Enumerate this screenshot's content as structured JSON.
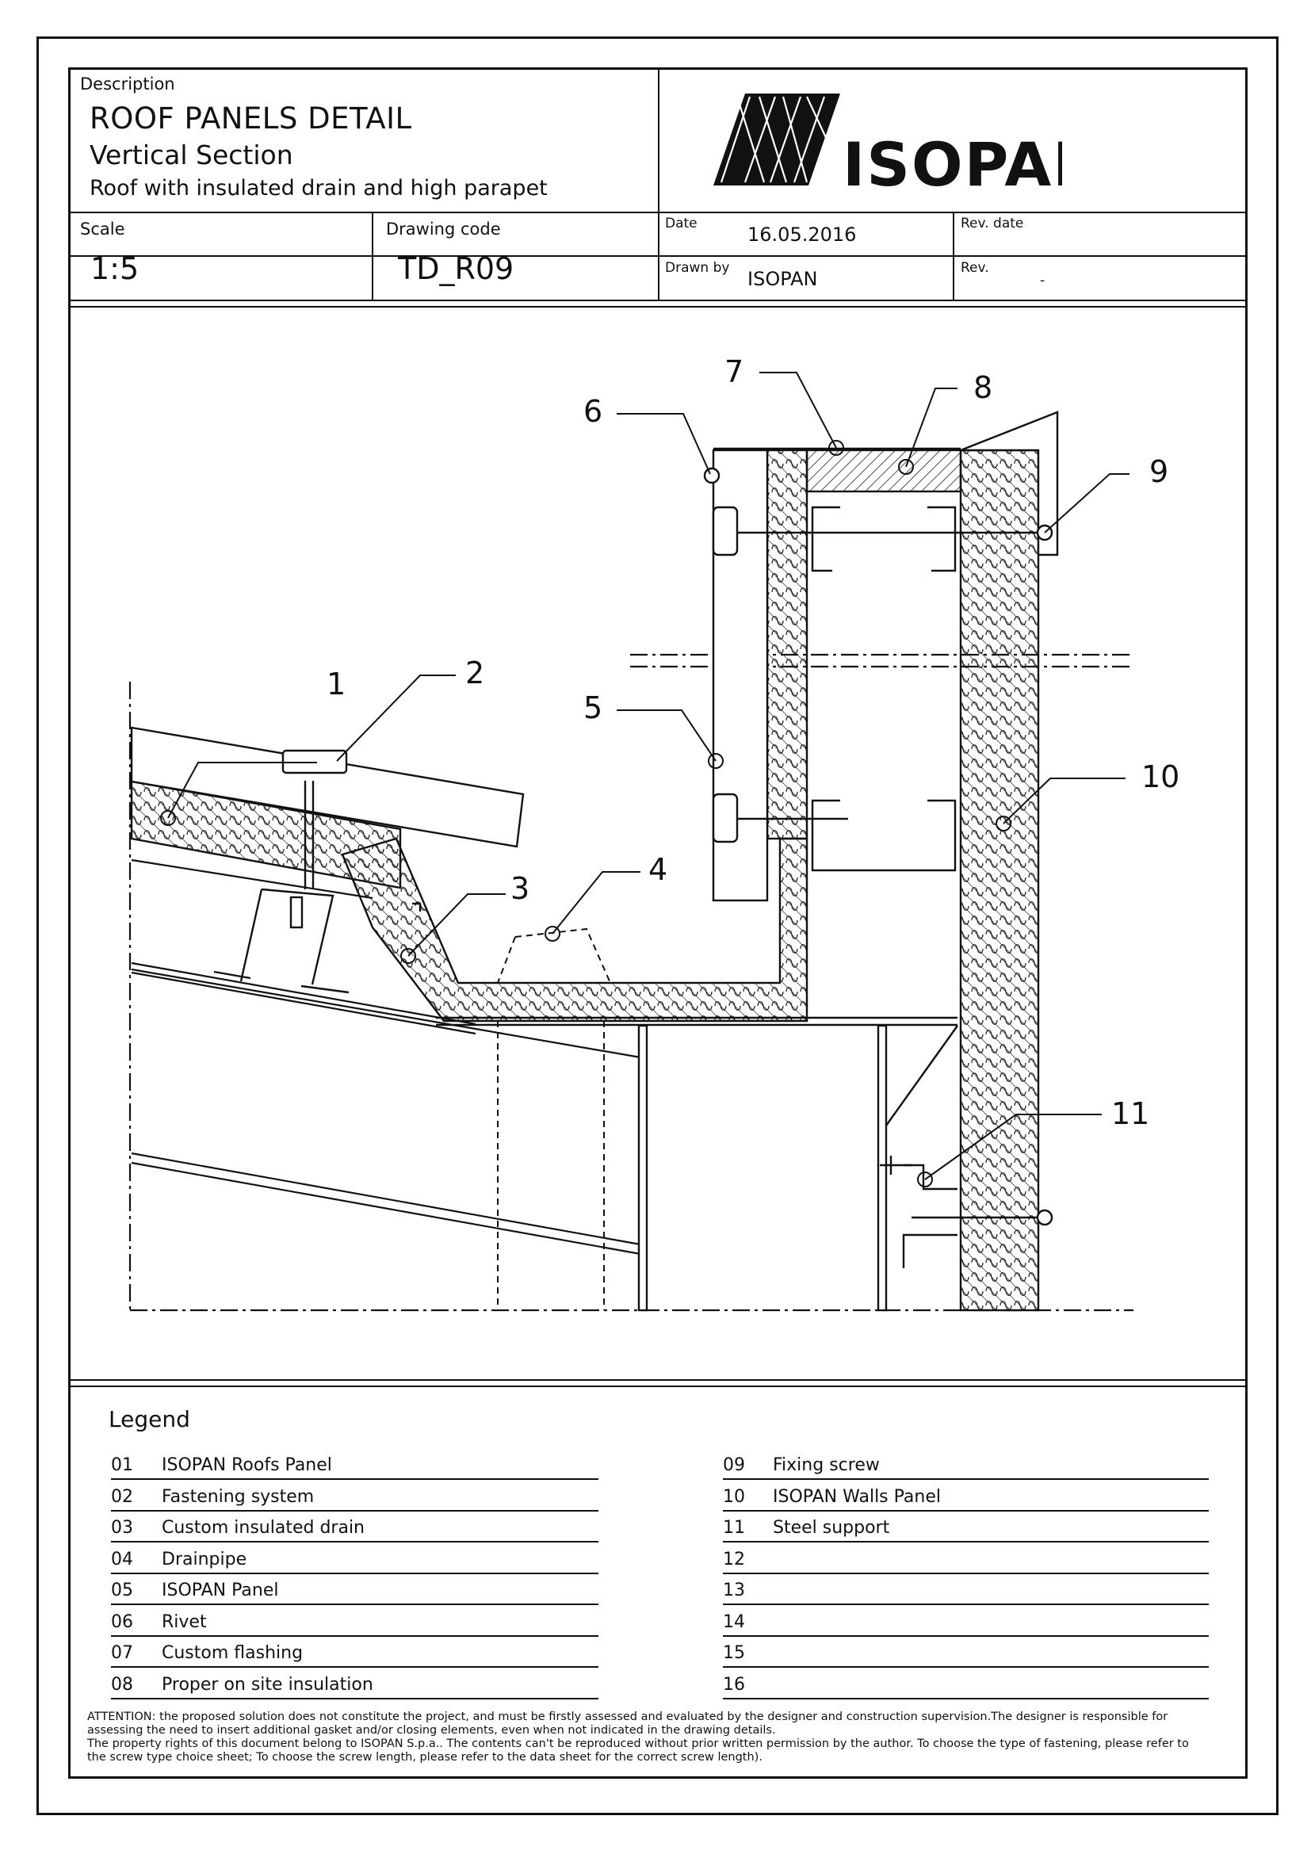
{
  "title_block": {
    "description_label": "Description",
    "title": "ROOF PANELS DETAIL",
    "subtitle": "Vertical Section",
    "subtitle2": "Roof with insulated drain and high parapet",
    "scale_label": "Scale",
    "scale_value": "1:5",
    "drawing_code_label": "Drawing code",
    "drawing_code_value": "TD_R09",
    "date_label": "Date",
    "date_value": "16.05.2016",
    "rev_date_label": "Rev. date",
    "drawn_by_label": "Drawn by",
    "drawn_by_value": "ISOPAN",
    "rev_label": "Rev.",
    "rev_value": "-"
  },
  "logo": {
    "text": "ISOPAN",
    "color": "#111111"
  },
  "callouts": [
    "1",
    "2",
    "3",
    "4",
    "5",
    "6",
    "7",
    "8",
    "9",
    "10",
    "11"
  ],
  "legend": {
    "title": "Legend",
    "left": [
      {
        "num": "01",
        "text": "ISOPAN Roofs Panel"
      },
      {
        "num": "02",
        "text": "Fastening system"
      },
      {
        "num": "03",
        "text": "Custom insulated drain"
      },
      {
        "num": "04",
        "text": "Drainpipe"
      },
      {
        "num": "05",
        "text": "ISOPAN Panel"
      },
      {
        "num": "06",
        "text": "Rivet"
      },
      {
        "num": "07",
        "text": "Custom flashing"
      },
      {
        "num": "08",
        "text": "Proper on site insulation"
      }
    ],
    "right": [
      {
        "num": "09",
        "text": "Fixing screw"
      },
      {
        "num": "10",
        "text": "ISOPAN Walls Panel"
      },
      {
        "num": "11",
        "text": "Steel support"
      },
      {
        "num": "12",
        "text": ""
      },
      {
        "num": "13",
        "text": ""
      },
      {
        "num": "14",
        "text": ""
      },
      {
        "num": "15",
        "text": ""
      },
      {
        "num": "16",
        "text": ""
      }
    ]
  },
  "attention": {
    "line1": "ATTENTION: the proposed solution does not constitute the project, and must be firstly assessed and evaluated by the designer and construction supervision.The designer is responsible for",
    "line2": "assessing the need to insert additional gasket and/or closing elements, even when not indicated in the drawing details.",
    "line3": "The property rights of this document belong to ISOPAN S.p.a.. The contents can't be reproduced without prior written permission by the author. To choose the type of fastening, please refer to",
    "line4": "the screw type choice sheet; To choose the screw length, please refer to the data sheet for the correct screw length)."
  }
}
